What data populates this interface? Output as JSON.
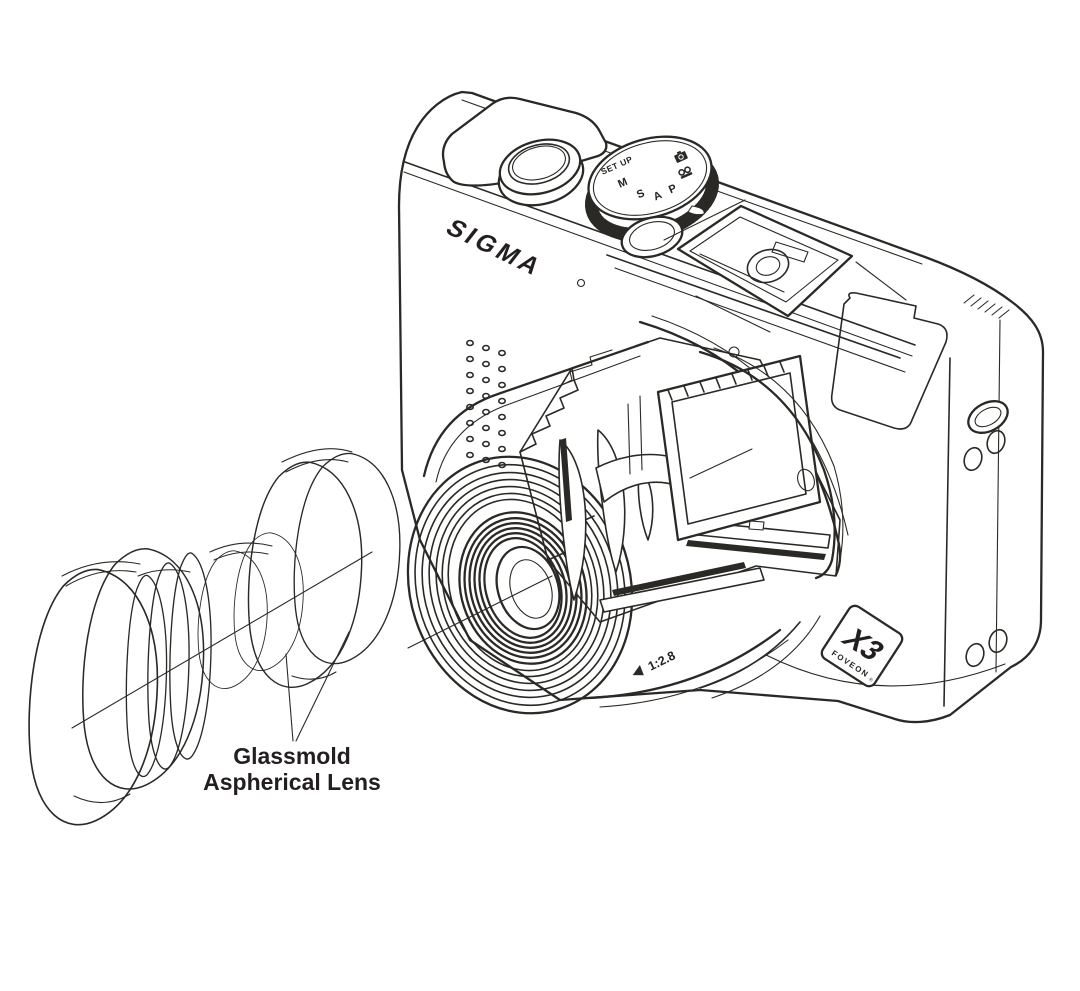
{
  "meta": {
    "description": "Black-and-white technical cutaway illustration of a Sigma compact camera with exploded aspherical lens elements"
  },
  "colors": {
    "ink": "#2b2926",
    "paper": "#ffffff"
  },
  "camera": {
    "brand_logo": "SIGMA",
    "mode_dial": {
      "labels": [
        "SET UP",
        "M",
        "S",
        "A",
        "P"
      ],
      "icons": [
        "camera-icon",
        "film-icon"
      ]
    },
    "lens_marking": "1:2.8",
    "sensor_badge": {
      "glyph": "X3",
      "brand": "FOVEON",
      "registered": "®"
    }
  },
  "callout": {
    "line1": "Glassmold",
    "line2": "Aspherical Lens"
  }
}
